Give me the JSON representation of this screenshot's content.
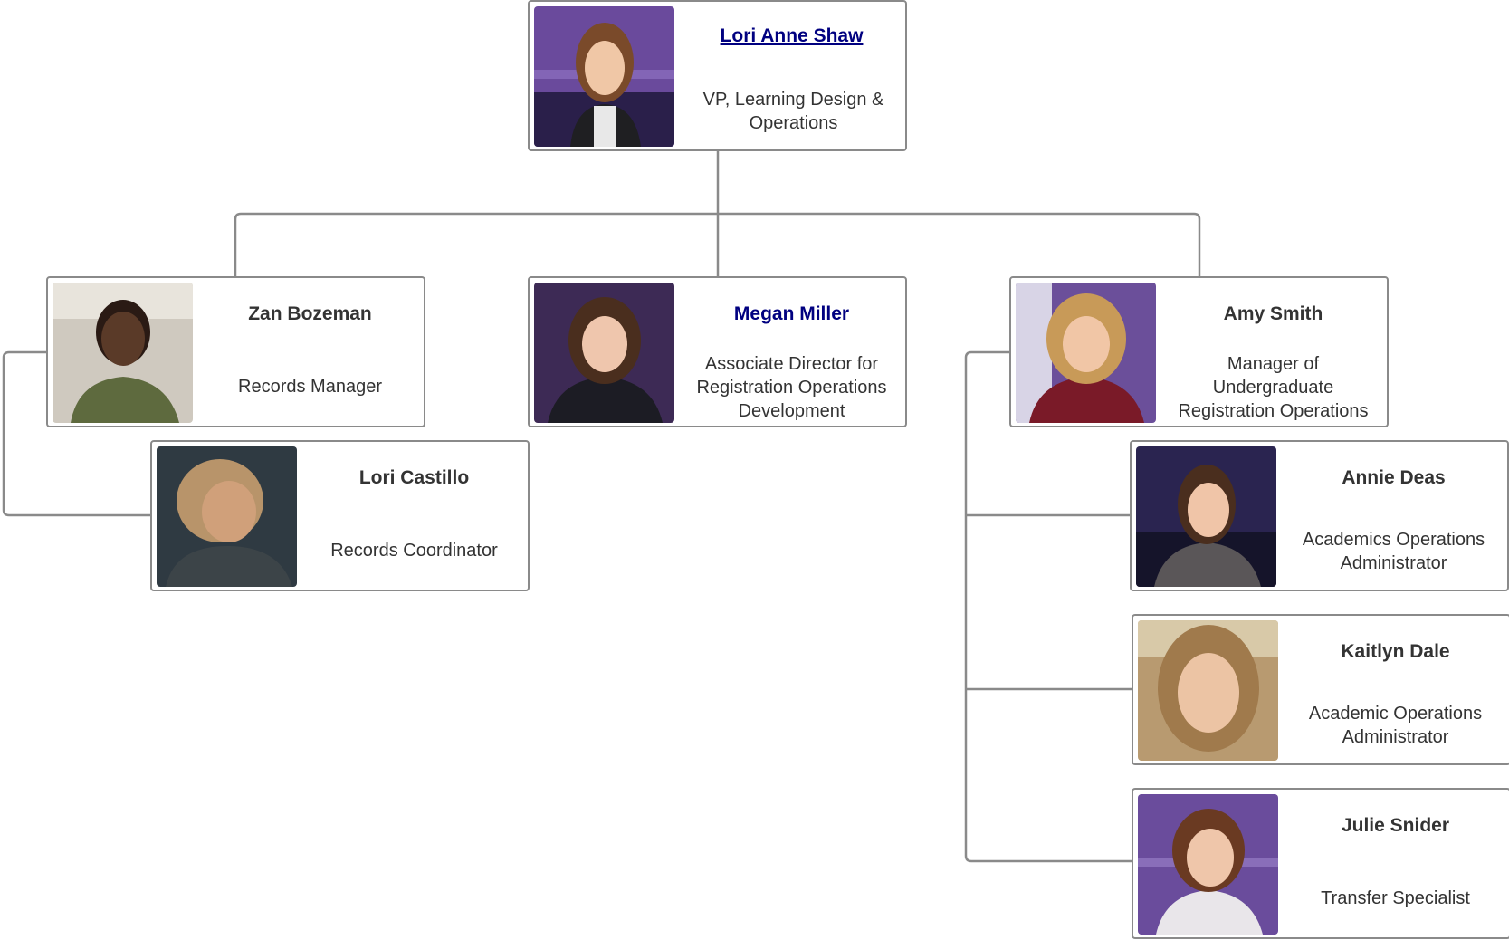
{
  "org": {
    "lori_anne_shaw": {
      "name": "Lori Anne Shaw",
      "title": "VP, Learning Design & Operations"
    },
    "zan_bozeman": {
      "name": "Zan Bozeman",
      "title": "Records Manager"
    },
    "lori_castillo": {
      "name": "Lori Castillo",
      "title": "Records Coordinator"
    },
    "megan_miller": {
      "name": "Megan Miller",
      "title": "Associate Director for Registration Operations Development"
    },
    "amy_smith": {
      "name": "Amy Smith",
      "title": "Manager of Undergraduate Registration Operations"
    },
    "annie_deas": {
      "name": "Annie Deas",
      "title": "Academics Operations Administrator"
    },
    "kaitlyn_dale": {
      "name": "Kaitlyn Dale",
      "title": "Academic Operations Administrator"
    },
    "julie_snider": {
      "name": "Julie Snider",
      "title": "Transfer Specialist"
    }
  },
  "colors": {
    "link_name": "#000080",
    "connector": "#8a8a8a",
    "card_border": "#8a8a8a",
    "text": "#333333",
    "photo_bg_purple": "#5b3a8c"
  }
}
